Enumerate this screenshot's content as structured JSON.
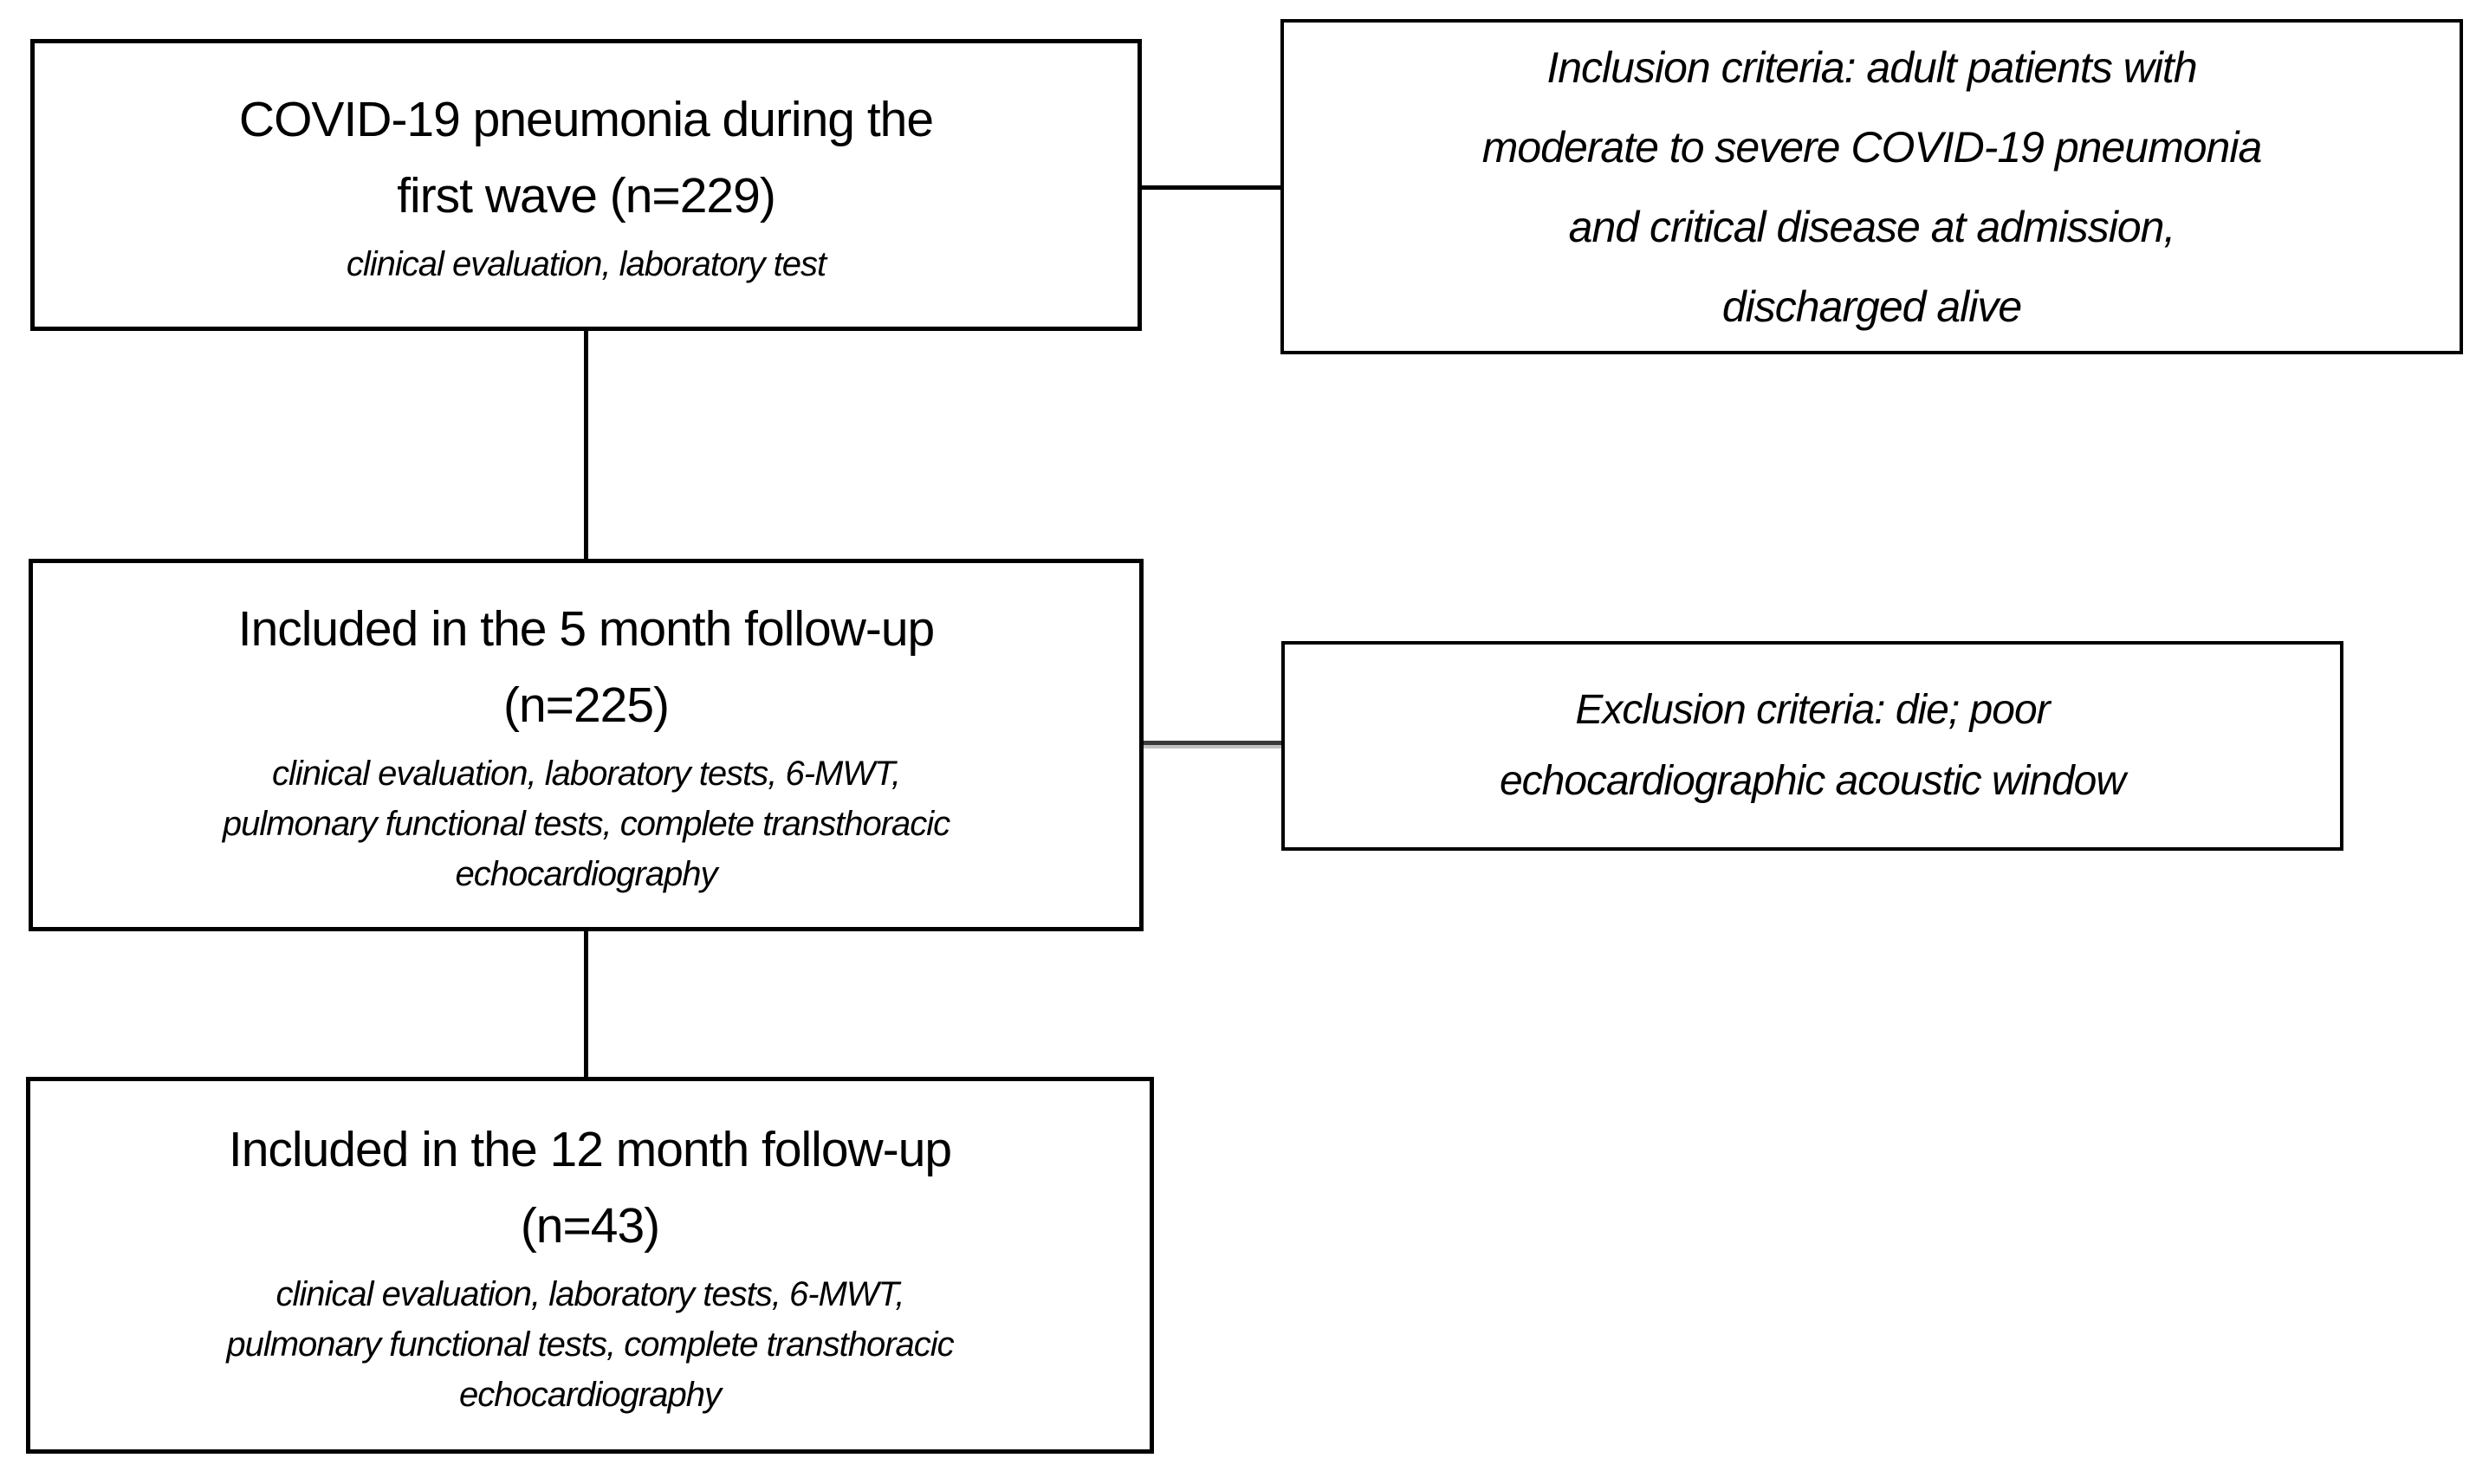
{
  "figure": {
    "background_color": "#ffffff",
    "border_color": "#000000",
    "text_color": "#000000",
    "boxes": {
      "covid_first_wave": {
        "title_lines": [
          "COVID-19 pneumonia during the",
          "first wave (n=229)"
        ],
        "subtitle_lines": [
          "clinical evaluation, laboratory test"
        ]
      },
      "inclusion_criteria": {
        "text_lines": [
          "Inclusion criteria: adult patients with",
          "moderate to severe COVID-19 pneumonia",
          "and critical disease at admission,",
          "discharged alive"
        ]
      },
      "five_month_followup": {
        "title_lines": [
          "Included in the 5 month follow-up",
          "(n=225)"
        ],
        "subtitle_lines": [
          "clinical evaluation, laboratory tests, 6-MWT,",
          "pulmonary functional tests, complete transthoracic",
          "echocardiography"
        ]
      },
      "exclusion_criteria": {
        "text_lines": [
          "Exclusion criteria: die; poor",
          "echocardiographic acoustic window"
        ]
      },
      "twelve_month_followup": {
        "title_lines": [
          "Included in the 12 month follow-up",
          "(n=43)"
        ],
        "subtitle_lines": [
          "clinical evaluation, laboratory tests, 6-MWT,",
          "pulmonary functional tests, complete transthoracic",
          "echocardiography"
        ]
      }
    }
  }
}
